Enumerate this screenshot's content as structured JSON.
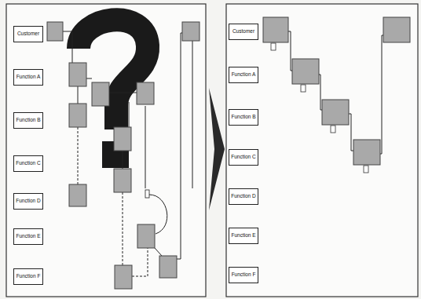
{
  "diagram": {
    "nodes": [
      {
        "text": [
          "Customer"
        ]
      },
      {
        "text": [
          "Function A"
        ]
      },
      {
        "text": [
          "Function B"
        ]
      },
      {
        "text": [
          "Function C"
        ]
      },
      {
        "text": [
          "Function D"
        ]
      },
      {
        "text": [
          "Function E"
        ]
      },
      {
        "text": [
          "Function F"
        ]
      },
      {
        "text": [
          "Customer"
        ]
      },
      {
        "text": [
          "Function A"
        ]
      },
      {
        "text": [
          "Function B"
        ]
      },
      {
        "text": [
          "Function C"
        ]
      },
      {
        "text": [
          "Function D"
        ]
      },
      {
        "text": [
          "Function E"
        ]
      },
      {
        "text": [
          "Function F"
        ]
      }
    ]
  }
}
